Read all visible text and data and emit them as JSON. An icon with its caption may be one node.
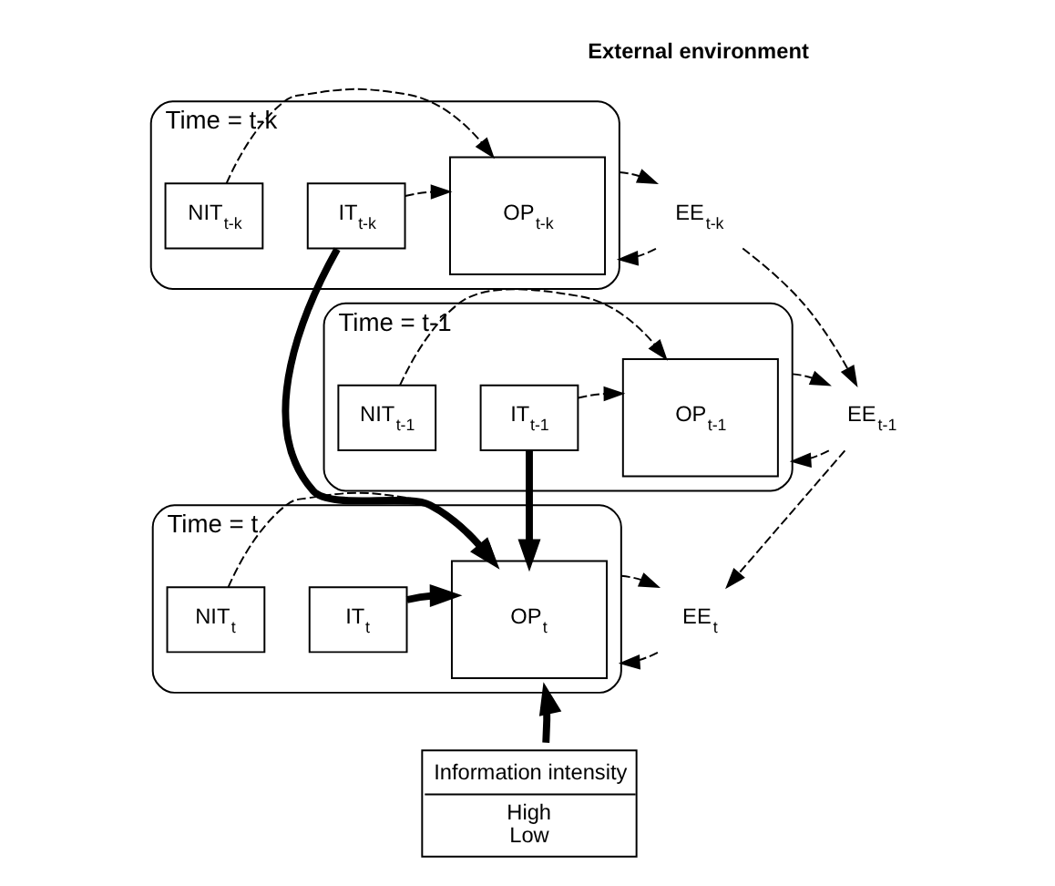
{
  "diagram": {
    "nodes": [
      {
        "text": [
          "Time = t-k"
        ]
      },
      {
        "text": [
          "NIT$_{t-k}$"
        ],
        "in": 0
      },
      {
        "text": [
          "IT$_{t-k}$"
        ],
        "in": 0
      },
      {
        "text": [
          "OP$_{t-k}$"
        ],
        "in": 0
      },
      {
        "text": [
          "Time = t-1"
        ]
      },
      {
        "text": [
          "NIT$_{t-1}$"
        ],
        "in": 4
      },
      {
        "text": [
          "IT$_{t-1}$"
        ],
        "in": 4
      },
      {
        "text": [
          "OP$_{t-1}$"
        ],
        "in": 4
      },
      {
        "text": [
          "Time = t"
        ]
      },
      {
        "text": [
          "NIT$_{t}$"
        ],
        "in": 8
      },
      {
        "text": [
          "IT$_{t}$"
        ],
        "in": 8
      },
      {
        "text": [
          "OP$_{t}$"
        ],
        "in": 8
      },
      {
        "text": [
          "EE$_{t-k}$"
        ]
      },
      {
        "text": [
          "EE$_{t-1}$"
        ]
      },
      {
        "text": [
          "EE$_{t}$"
        ]
      },
      {
        "text": [
          "Information intensity",
          "High",
          "Low"
        ]
      }
    ],
    "edges": [
      {
        "from": 1,
        "to": 3,
        "arrow": "to",
        "style": "dashed"
      },
      {
        "from": 2,
        "to": 3,
        "arrow": "to",
        "style": "dashed"
      },
      {
        "from": 5,
        "to": 7,
        "arrow": "to",
        "style": "dashed"
      },
      {
        "from": 6,
        "to": 7,
        "arrow": "to",
        "style": "dashed"
      },
      {
        "from": 9,
        "to": 11,
        "arrow": "to",
        "style": "dashed"
      },
      {
        "from": 2,
        "to": 11,
        "arrow": "to",
        "style": "thick"
      },
      {
        "from": 6,
        "to": 11,
        "arrow": "to",
        "style": "thick"
      },
      {
        "from": 10,
        "to": 11,
        "arrow": "to",
        "style": "thick"
      },
      {
        "from": 12,
        "to": 0,
        "arrow": "to",
        "style": "dashed"
      },
      {
        "from": 0,
        "to": 12,
        "arrow": "to",
        "style": "dashed"
      },
      {
        "from": 13,
        "to": 4,
        "arrow": "to",
        "style": "dashed"
      },
      {
        "from": 4,
        "to": 13,
        "arrow": "to",
        "style": "dashed"
      },
      {
        "from": 14,
        "to": 8,
        "arrow": "to",
        "style": "dashed"
      },
      {
        "from": 8,
        "to": 14,
        "arrow": "to",
        "style": "dashed"
      },
      {
        "from": 12,
        "to": 13,
        "arrow": "to",
        "style": "dashed"
      },
      {
        "from": 13,
        "to": 14,
        "arrow": "to",
        "style": "dashed"
      },
      {
        "from": 15,
        "to": 8,
        "arrow": "to",
        "style": "thick"
      }
    ],
    "labels": [
      "External environment"
    ]
  }
}
